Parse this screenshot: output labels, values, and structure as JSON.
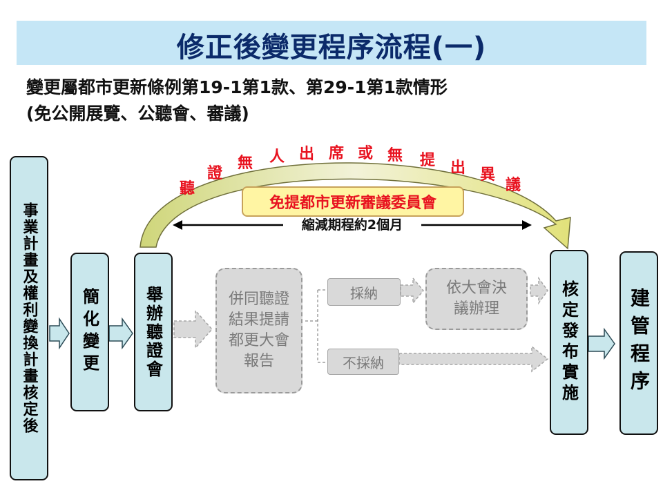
{
  "title": "修正後變更程序流程(一)",
  "subtitle_line1": "變更屬都市更新條例第19-1第1款、第29-1第1款情形",
  "subtitle_line2": "(免公開展覽、公聽會、審議)",
  "arc_text": [
    "聽",
    "證",
    "無",
    "人",
    "出",
    "席",
    "或",
    "無",
    "提",
    "出",
    "異",
    "議"
  ],
  "arc_label": "免提都市更新審議委員會",
  "reduce_label": "縮減期程約2個月",
  "steps": {
    "approved_plan": "事業計畫及權利變換計畫核定後",
    "simplified_change": "簡化變更",
    "hold_hearing": "舉辦聽證會",
    "report_to_committee": "併同聽證結果提請都更大會報告",
    "adopt": "採納",
    "reject": "不採納",
    "handle_by_resolution": "依大會決議辦理",
    "approve_publish": "核定發布實施",
    "building_procedure": "建管程序"
  },
  "colors": {
    "title_bg": "#c5e6f6",
    "box_fill": "#c9e7ec",
    "arc_fill": "#e4e48c",
    "arc_text": "#e8121f",
    "inactive_fill": "#d9d9d9"
  }
}
